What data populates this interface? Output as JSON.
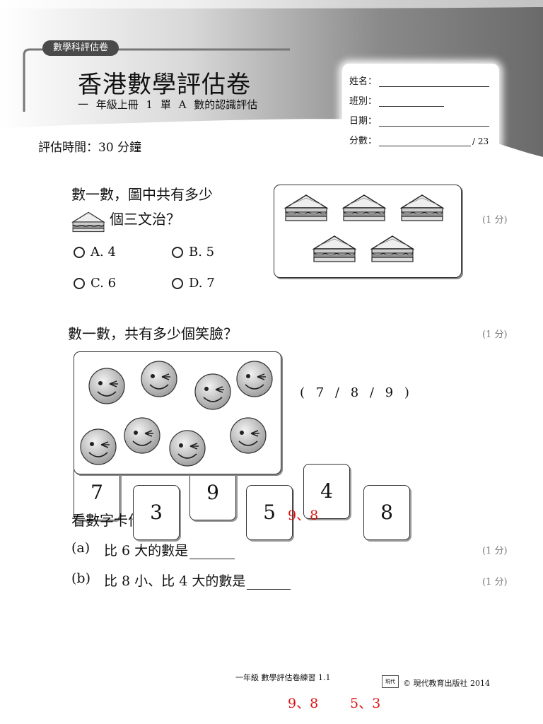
{
  "header": {
    "series_label": "數學科評估卷",
    "title": "香港數學評估卷",
    "subtitle": "一 年級上冊 1 單 A 數的認識評估",
    "fields": [
      {
        "label": "姓名："
      },
      {
        "label": "班別："
      },
      {
        "label": "日期："
      },
      {
        "label": "分數：",
        "value": "/ 23"
      }
    ]
  },
  "time_label": "評估時間：30 分鐘",
  "q1": {
    "line1": "數一數，圖中共有多少",
    "line2": "個三文治？",
    "marks": "(1 分)",
    "options": [
      "A. 4",
      "B. 5",
      "C. 6",
      "D. 7"
    ]
  },
  "q2": {
    "prompt": "數一數，共有多少個笑臉？",
    "marks": "(1 分)",
    "choices": "( 7 / 8 / 9 )"
  },
  "q3": {
    "prompt": "看數字卡作答：",
    "cards": [
      "7",
      "3",
      "9",
      "5",
      "4",
      "8"
    ],
    "a_label": "(a)",
    "a_text": "比 6 大的數是",
    "a_marks": "(1 分)",
    "b_label": "(b)",
    "b_text": "比 8 小、比 4 大的數是",
    "b_marks": "(1 分)"
  },
  "annotations": {
    "inline": "9、8",
    "bottom_1": "9、8",
    "bottom_2": "5、3"
  },
  "footer": {
    "left": "一年級 數學評估卷練習 1.1",
    "right": "© 現代教育出版社 2014",
    "logo_text": "現代"
  }
}
